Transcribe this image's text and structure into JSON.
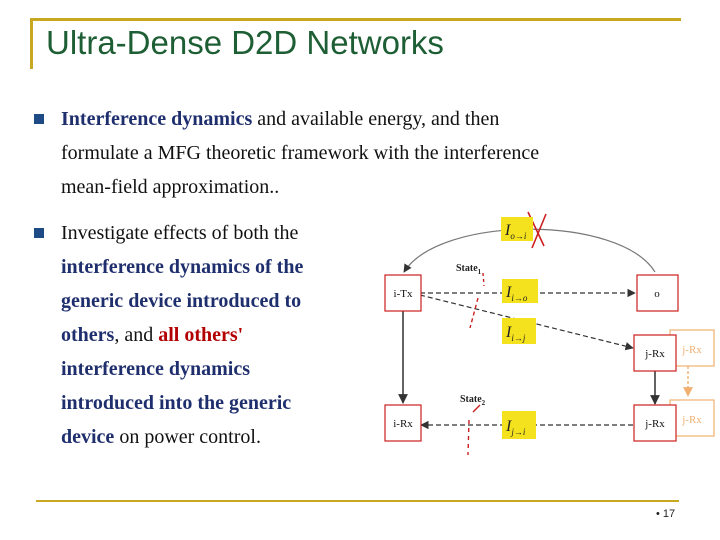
{
  "slide": {
    "title": "Ultra-Dense D2D Networks",
    "page_number": "• 17"
  },
  "bullets": [
    {
      "lines": [
        [
          {
            "t": "Interference dynamics",
            "s": "navy"
          },
          {
            "t": " and available energy, and then",
            "s": ""
          }
        ],
        [
          {
            "t": "formulate a MFG theoretic framework with the interference",
            "s": ""
          }
        ],
        [
          {
            "t": "mean-field approximation..",
            "s": ""
          }
        ]
      ]
    },
    {
      "lines": [
        [
          {
            "t": "Investigate effects of both the",
            "s": ""
          }
        ],
        [
          {
            "t": "interference dynamics of the",
            "s": "navy"
          }
        ],
        [
          {
            "t": "generic device introduced to",
            "s": "navy"
          }
        ],
        [
          {
            "t": "others",
            "s": "navy"
          },
          {
            "t": ", and ",
            "s": ""
          },
          {
            "t": "all others'",
            "s": "red"
          }
        ],
        [
          {
            "t": "interference dynamics",
            "s": "navy"
          }
        ],
        [
          {
            "t": "introduced into the generic",
            "s": "navy"
          }
        ],
        [
          {
            "t": "device",
            "s": "navy"
          },
          {
            "t": " on power control.",
            "s": ""
          }
        ]
      ]
    }
  ],
  "diagram": {
    "boxes": {
      "i_tx": "i-Tx",
      "o": "o",
      "i_rx": "i-Rx",
      "j_rx_top": "j-Rx",
      "j_rx_bottom": "j-Rx",
      "ghost_top": "j-Rx",
      "ghost_bottom": "j-Rx"
    },
    "labels": {
      "state1": {
        "base": "State",
        "sub": "1"
      },
      "state2": {
        "base": "State",
        "sub": "2"
      },
      "i_o_i": {
        "base": "I",
        "sub": "o→i"
      },
      "i_i_o": {
        "base": "I",
        "sub": "i→o"
      },
      "i_i_j": {
        "base": "I",
        "sub": "i→j"
      },
      "i_j_i": {
        "base": "I",
        "sub": "j→i"
      }
    },
    "colors": {
      "highlight": "#f5e21e",
      "cross": "#cc1f1f",
      "ghost": "#f0b070",
      "arrow": "#333333"
    }
  }
}
